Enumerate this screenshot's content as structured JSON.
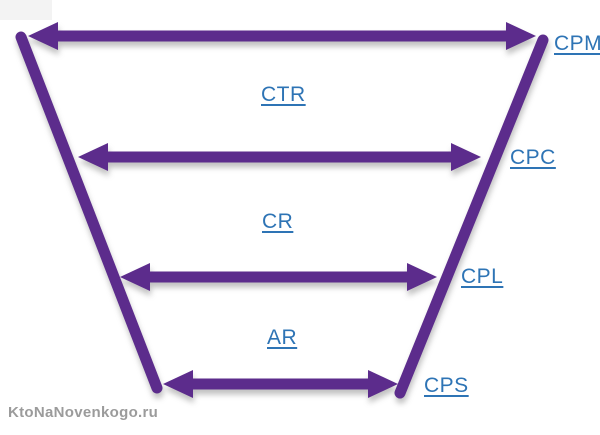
{
  "page": {
    "watermark": "KtoNaNovenkogo.ru"
  },
  "funnel": {
    "type": "advertising-metrics-funnel",
    "levels": [
      {
        "metric": "CPM"
      },
      {
        "metric": "CPC"
      },
      {
        "metric": "CPL"
      },
      {
        "metric": "CPS"
      }
    ],
    "transition_rates": [
      {
        "rate": "CTR"
      },
      {
        "rate": "CR"
      },
      {
        "rate": "AR"
      }
    ],
    "colors": {
      "arrow_purple": "#5C2C8C",
      "label_blue": "#2E74B5",
      "watermark_gray": "#9B9B9B"
    }
  }
}
